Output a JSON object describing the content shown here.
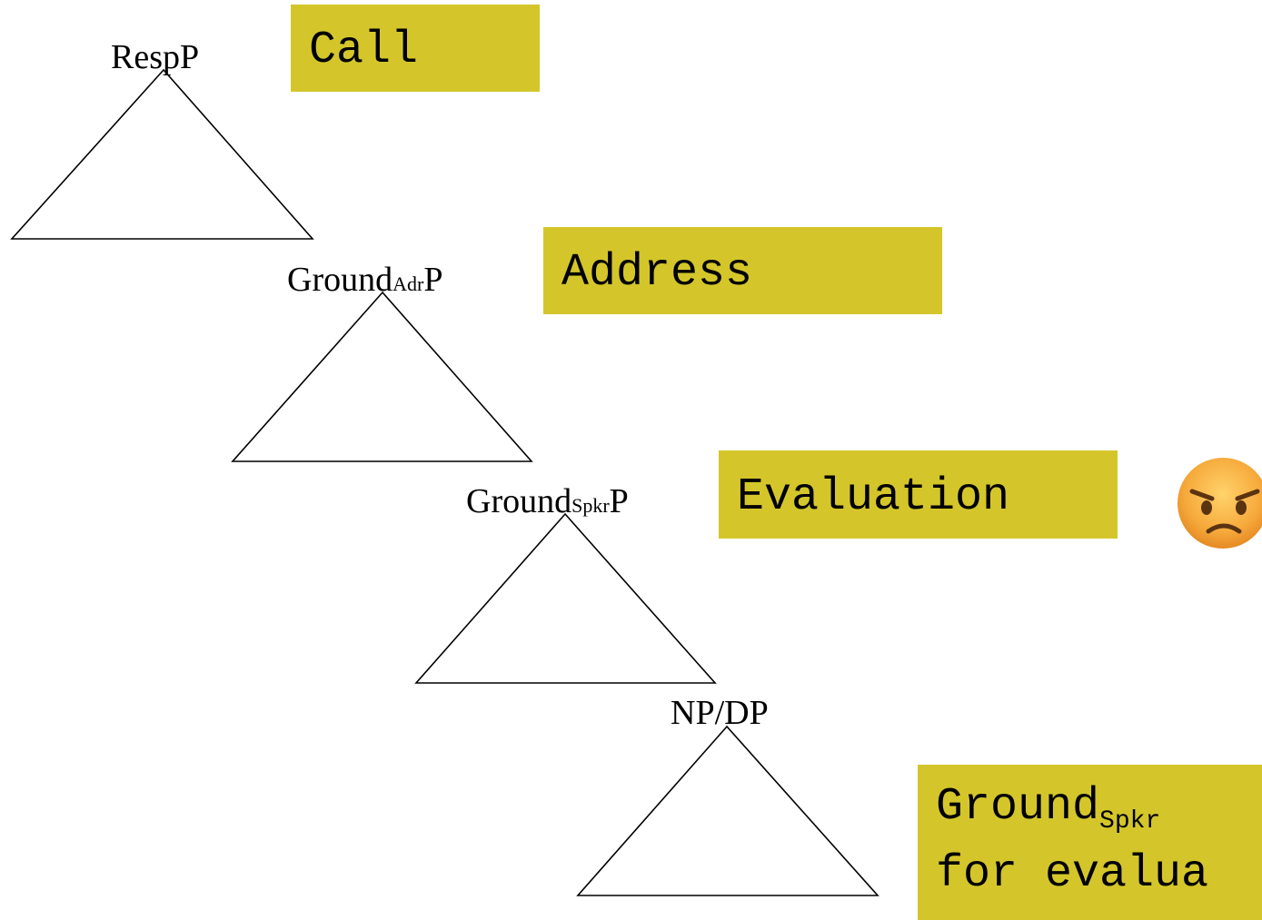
{
  "nodes": {
    "resp": {
      "label": "RespP"
    },
    "ground_adr": {
      "main": "Ground",
      "sub": "Adr",
      "suffix": "P"
    },
    "ground_spkr": {
      "main": "Ground",
      "sub": "Spkr",
      "suffix": "P"
    },
    "np_dp": {
      "label": "NP/DP"
    }
  },
  "tags": {
    "call": "Call",
    "address": "Address",
    "evaluation": "Evaluation",
    "bottom": {
      "line1_main": "Ground",
      "line1_sub": "Spkr",
      "line2": "for evalua"
    }
  },
  "colors": {
    "tag_bg": "#d4c62a",
    "line": "#000000"
  },
  "icons": {
    "emoji": "angry-face-icon"
  }
}
